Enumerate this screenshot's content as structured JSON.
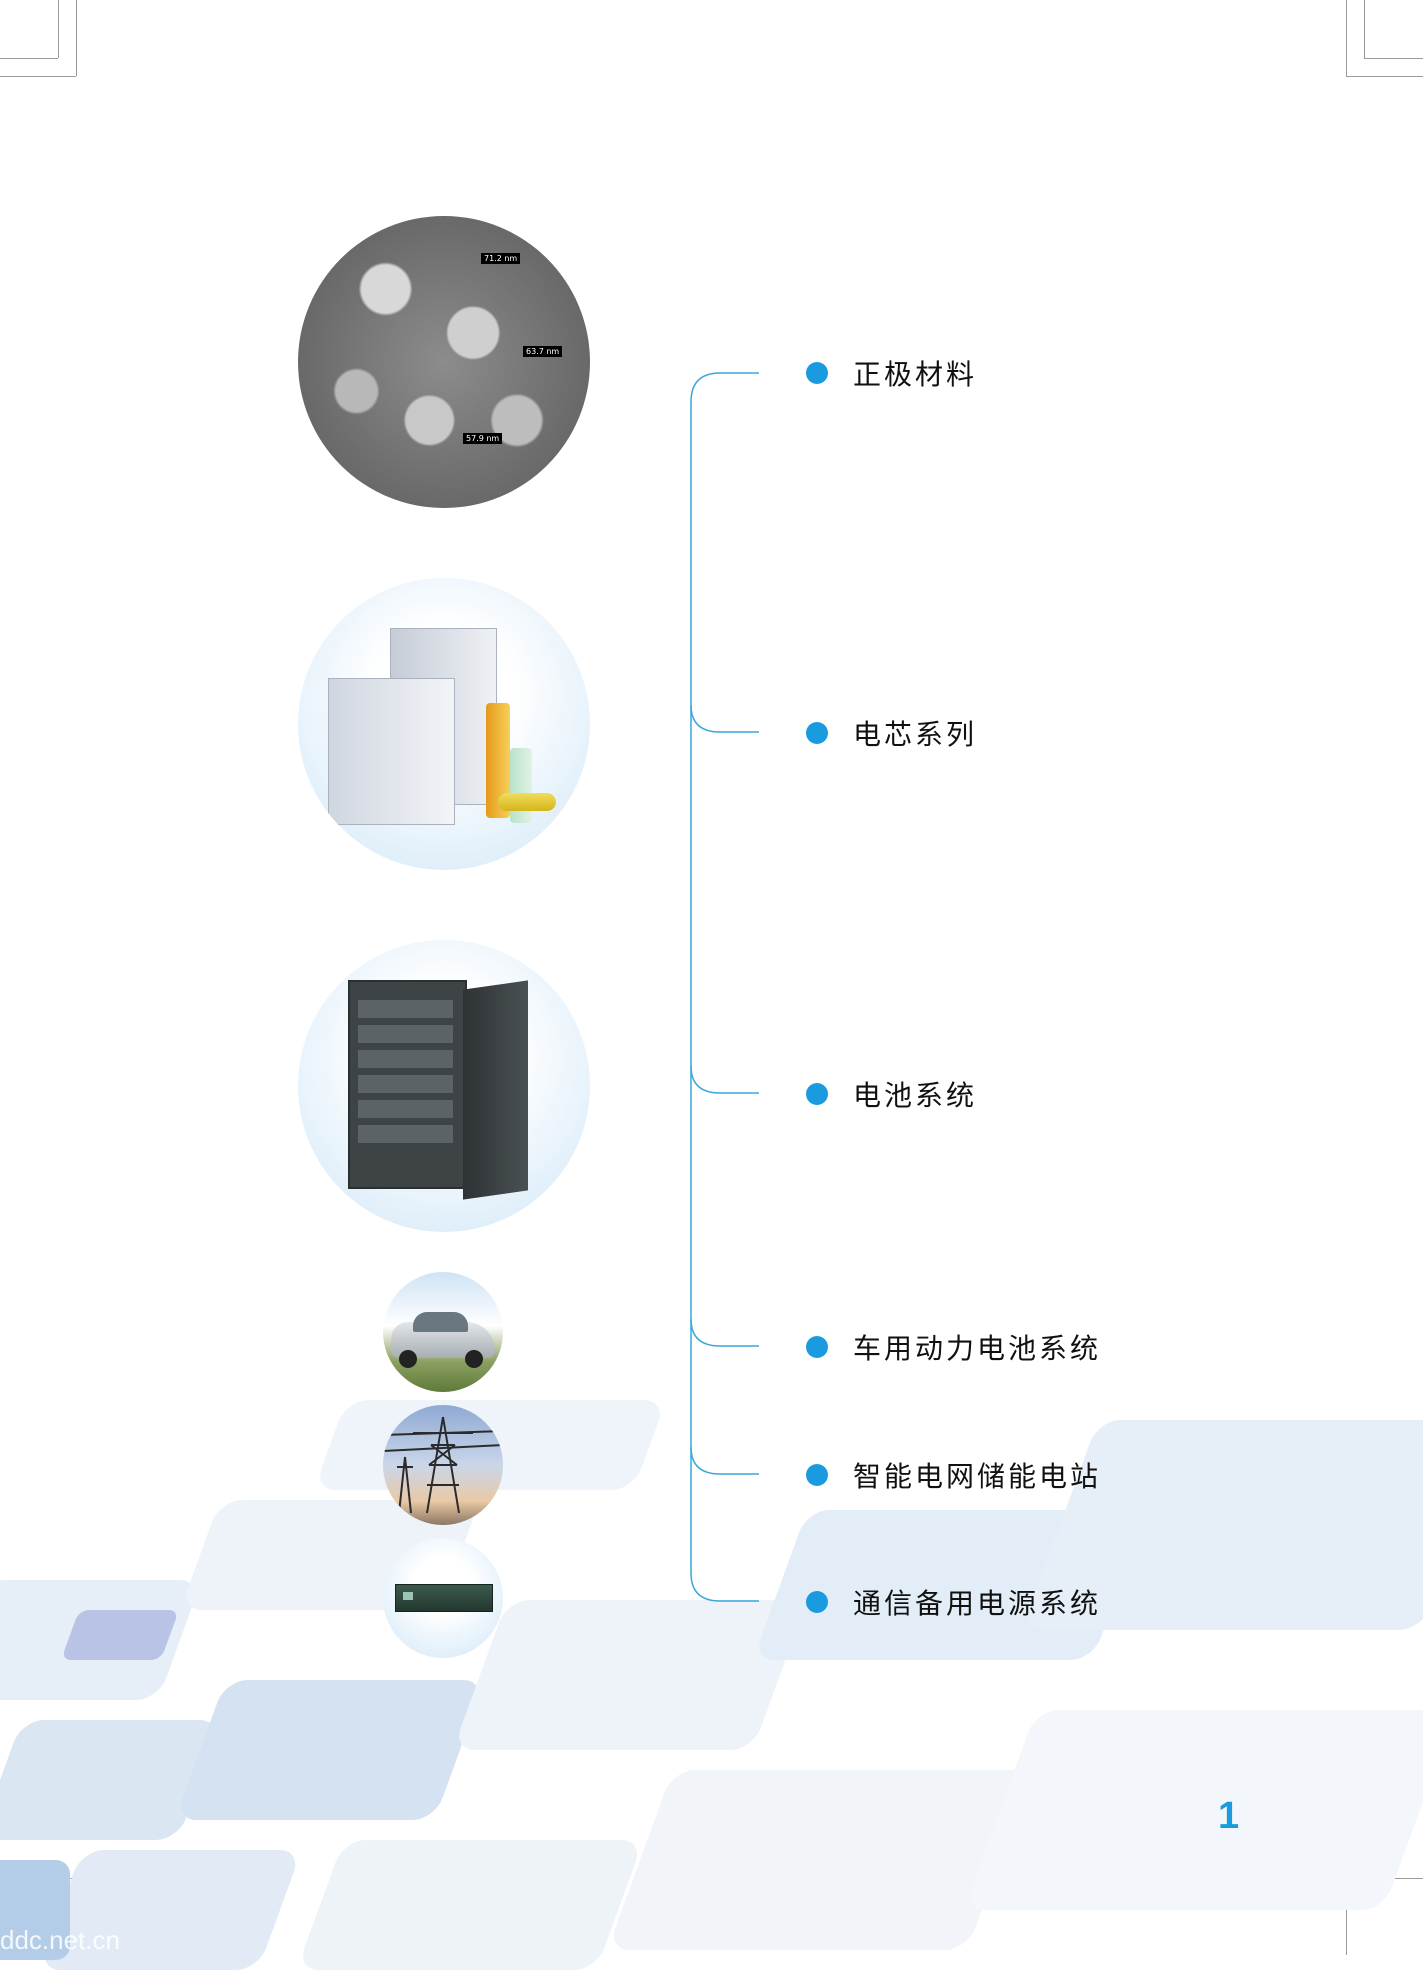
{
  "items": [
    {
      "label": "正极材料"
    },
    {
      "label": "电芯系列"
    },
    {
      "label": "电池系统"
    },
    {
      "label": "车用动力电池系统"
    },
    {
      "label": "智能电网储能电站"
    },
    {
      "label": "通信备用电源系统"
    }
  ],
  "sem_labels": [
    "71.2 nm",
    "63.7 nm",
    "57.9 nm"
  ],
  "page_number": "1",
  "watermark": "ddc.net.cn",
  "colors": {
    "accent": "#1a9be0",
    "line": "#3aa7dc",
    "tile": "#dbe7f3"
  }
}
